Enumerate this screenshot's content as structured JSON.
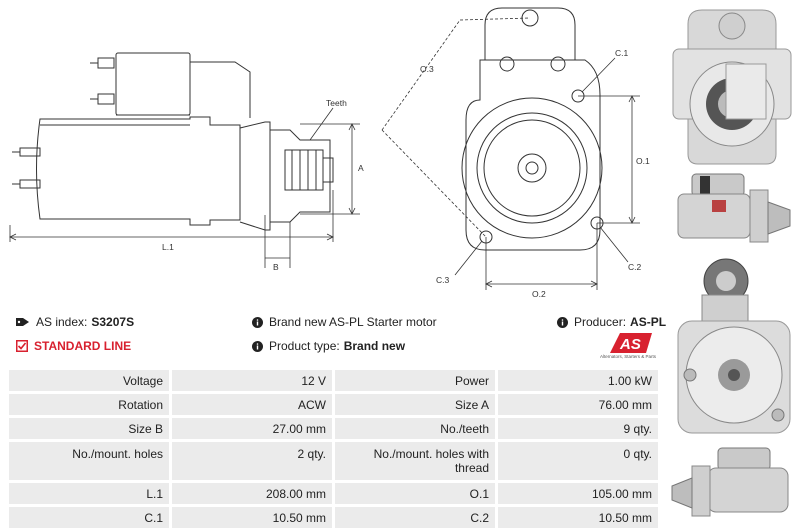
{
  "drawing_labels": {
    "teeth": "Teeth",
    "a": "A",
    "b": "B",
    "l1": "L.1",
    "o1": "O.1",
    "o2": "O.2",
    "o3": "O.3",
    "c1": "C.1",
    "c2": "C.2",
    "c3": "C.3"
  },
  "info": {
    "as_index_label": "AS index:",
    "as_index_value": "S3207S",
    "standard_line": "STANDARD LINE",
    "description": "Brand new AS-PL Starter motor",
    "product_type_label": "Product type:",
    "product_type_value": "Brand new",
    "producer_label": "Producer:",
    "producer_value": "AS-PL"
  },
  "logo": {
    "text": "AS",
    "tagline": "Alternators, Starters & Parts"
  },
  "specs": [
    {
      "l1": "Voltage",
      "v1": "12 V",
      "l2": "Power",
      "v2": "1.00 kW"
    },
    {
      "l1": "Rotation",
      "v1": "ACW",
      "l2": "Size A",
      "v2": "76.00 mm"
    },
    {
      "l1": "Size B",
      "v1": "27.00 mm",
      "l2": "No./teeth",
      "v2": "9 qty."
    },
    {
      "l1": "No./mount. holes",
      "v1": "2 qty.",
      "l2": "No./mount. holes with thread",
      "v2": "0 qty."
    },
    {
      "l1": "L.1",
      "v1": "208.00 mm",
      "l2": "O.1",
      "v2": "105.00 mm"
    },
    {
      "l1": "C.1",
      "v1": "10.50 mm",
      "l2": "C.2",
      "v2": "10.50 mm"
    }
  ],
  "colors": {
    "accent_red": "#d8212f",
    "table_bg": "#ebebeb",
    "line": "#333333"
  }
}
